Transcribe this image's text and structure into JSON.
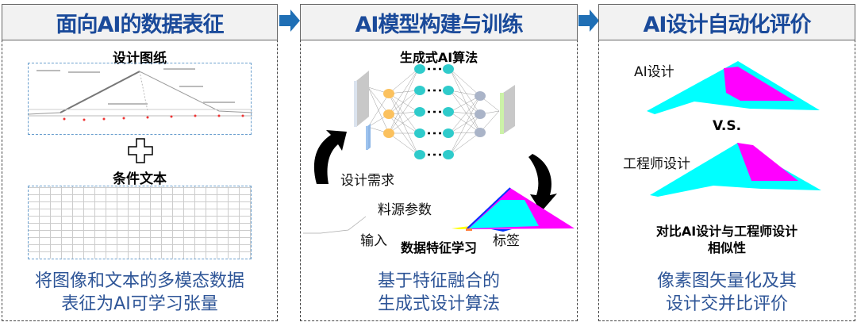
{
  "panel1": {
    "title": "面向AI的数据表征",
    "drawing_label": "设计图纸",
    "text_label": "条件文本",
    "caption_line1": "将图像和文本的多模态数据",
    "caption_line2": "表征为AI可学习张量"
  },
  "panel2": {
    "title": "AI模型构建与训练",
    "algorithm_label": "生成式AI算法",
    "demand_label": "设计需求",
    "material_label": "料源参数",
    "input_label": "输入",
    "tag_label": "标签",
    "feature_label": "数据特征学习",
    "caption_line1": "基于特征融合的",
    "caption_line2": "生成式设计算法"
  },
  "panel3": {
    "title": "AI设计自动化评价",
    "ai_label": "AI设计",
    "vs_label": "V.S.",
    "engineer_label": "工程师设计",
    "compare_line1": "对比AI设计与工程师设计",
    "compare_line2": "相似性",
    "caption_line1": "像素图矢量化及其",
    "caption_line2": "设计交并比评价"
  },
  "colors": {
    "title": "#1a4a9a",
    "caption": "#2e5597",
    "arrow": "#1f6fb5",
    "cyan": "#00ffff",
    "magenta": "#ff00ff"
  }
}
